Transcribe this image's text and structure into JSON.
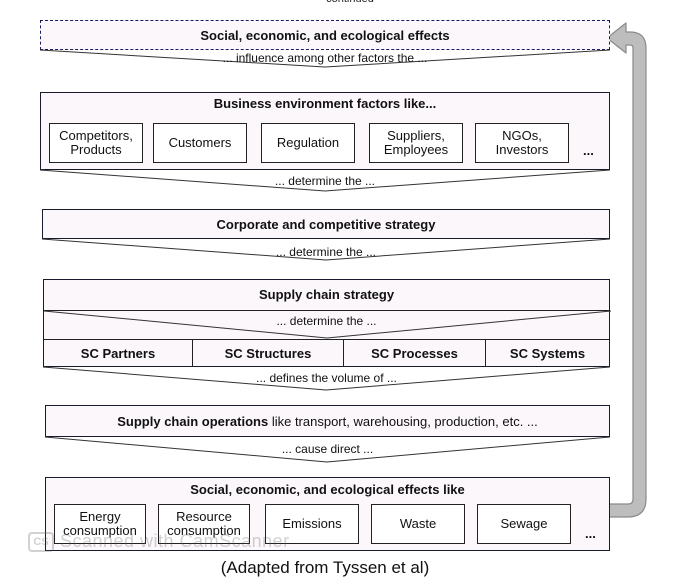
{
  "top_cut_text": "continued",
  "social_top": {
    "title": "Social, economic, and ecological effects",
    "connector": "... influence among other factors the ..."
  },
  "business": {
    "title": "Business environment factors like...",
    "items": [
      "Competitors, Products",
      "Customers",
      "Regulation",
      "Suppliers, Employees",
      "NGOs, Investors"
    ],
    "ellipsis": "...",
    "connector": "... determine the ..."
  },
  "corporate": {
    "title": "Corporate and competitive strategy",
    "connector": "... determine the ..."
  },
  "supply_chain_strategy": {
    "title": "Supply chain strategy",
    "inner_connector": "... determine the ...",
    "cells": [
      "SC Partners",
      "SC Structures",
      "SC Processes",
      "SC Systems"
    ],
    "connector": "... defines the volume of ..."
  },
  "operations": {
    "title_bold": "Supply chain operations",
    "title_rest": " like transport, warehousing, production, etc. ...",
    "connector": "... cause direct ..."
  },
  "effects": {
    "title": "Social, economic, and ecological effects like",
    "items": [
      "Energy consumption",
      "Resource consumption",
      "Emissions",
      "Waste",
      "Sewage"
    ],
    "ellipsis": "..."
  },
  "watermark": {
    "badge": "CS",
    "text": "Scanned with CamScanner"
  },
  "caption": "(Adapted from Tyssen et al)",
  "colors": {
    "band_fill": "#fbf7fb",
    "border": "#1a1a2e",
    "feedback_arrow_fill": "#bdbdbd",
    "feedback_arrow_stroke": "#8a8a8a"
  }
}
